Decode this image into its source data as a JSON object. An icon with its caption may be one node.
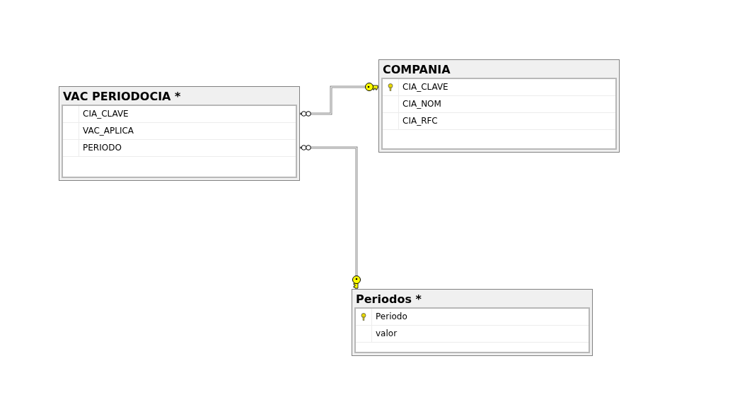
{
  "diagram": {
    "nodes": [
      {
        "text": [
          "VAC PERIODOCIA *",
          "CIA_CLAVE",
          "VAC_APLICA",
          "PERIODO"
        ]
      },
      {
        "text": [
          "COMPANIA",
          "CIA_CLAVE",
          "CIA_NOM",
          "CIA_RFC"
        ]
      },
      {
        "text": [
          "Periodos *",
          "Periodo",
          "valor"
        ]
      }
    ],
    "edges": [
      {
        "from": 0,
        "to": 1,
        "arrow": "other"
      },
      {
        "from": 0,
        "to": 2,
        "arrow": "other"
      }
    ]
  }
}
